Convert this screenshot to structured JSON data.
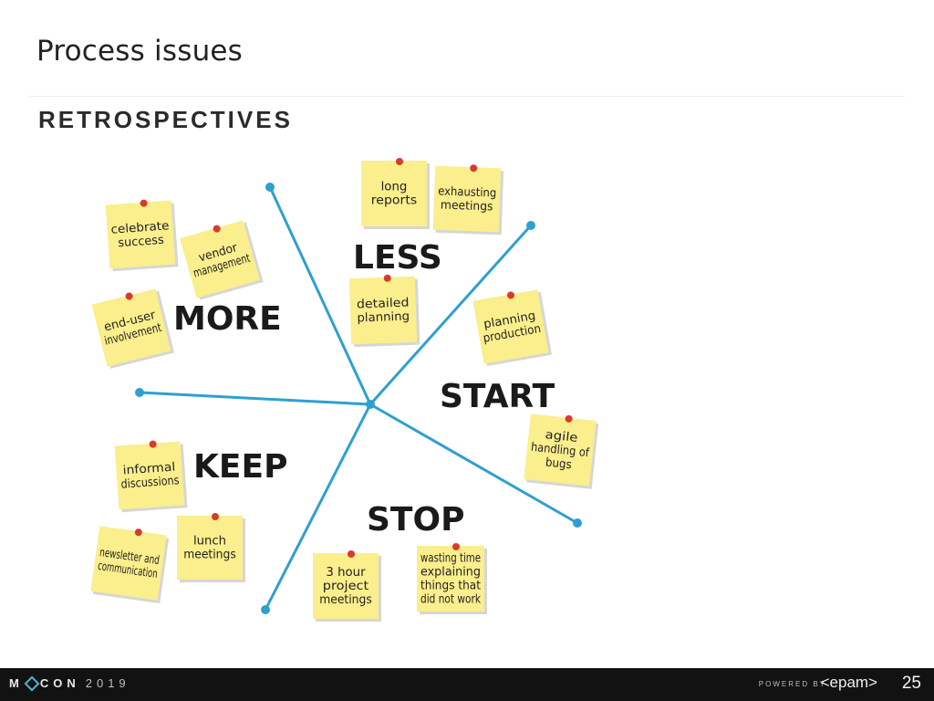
{
  "slide": {
    "title": "Process issues",
    "subtitle": "RETROSPECTIVES",
    "page_number": "25"
  },
  "categories": [
    {
      "key": "more",
      "label": "MORE"
    },
    {
      "key": "less",
      "label": "LESS"
    },
    {
      "key": "start",
      "label": "START"
    },
    {
      "key": "keep",
      "label": "KEEP"
    },
    {
      "key": "stop",
      "label": "STOP"
    }
  ],
  "notes": [
    {
      "category": "more",
      "lines": [
        "celebrate",
        "success"
      ]
    },
    {
      "category": "more",
      "lines": [
        "vendor",
        "management"
      ]
    },
    {
      "category": "more",
      "lines": [
        "end-user",
        "involvement"
      ]
    },
    {
      "category": "less",
      "lines": [
        "long",
        "reports"
      ]
    },
    {
      "category": "less",
      "lines": [
        "exhausting",
        "meetings"
      ]
    },
    {
      "category": "less",
      "lines": [
        "detailed",
        "planning"
      ]
    },
    {
      "category": "start",
      "lines": [
        "planning",
        "production"
      ]
    },
    {
      "category": "start",
      "lines": [
        "agile",
        "handling of",
        "bugs"
      ]
    },
    {
      "category": "keep",
      "lines": [
        "informal",
        "discussions"
      ]
    },
    {
      "category": "keep",
      "lines": [
        "newsletter and",
        "communication"
      ]
    },
    {
      "category": "keep",
      "lines": [
        "lunch",
        "meetings"
      ]
    },
    {
      "category": "stop",
      "lines": [
        "3 hour",
        "project",
        "meetings"
      ]
    },
    {
      "category": "stop",
      "lines": [
        "wasting time",
        "explaining",
        "things that",
        "did not work"
      ]
    }
  ],
  "footer": {
    "logo_left": "M",
    "logo_right": "CON",
    "logo_year": "2019",
    "powered_by": "POWERED BY",
    "sponsor": "<epam>"
  },
  "colors": {
    "line": "#2f9fd0",
    "note": "#fbee8c",
    "pin": "#d93a2b"
  }
}
